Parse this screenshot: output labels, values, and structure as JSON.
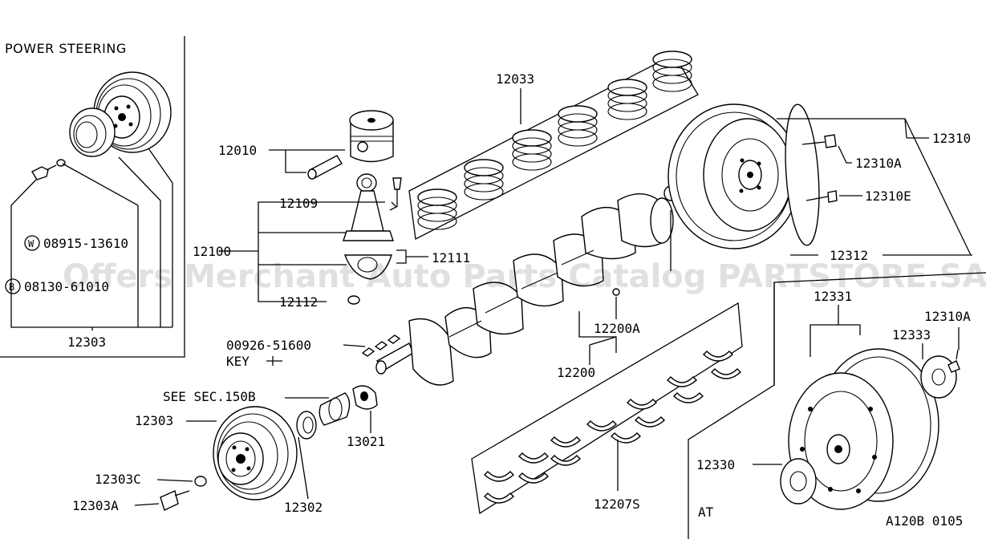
{
  "sections": {
    "power_steering_title": "POWER STEERING",
    "at_label": "AT"
  },
  "watermark": "Offers Merchant Auto Parts Catalog PARTSTORE.SA",
  "figure_code": "A120B 0105",
  "parts": {
    "p12010": "12010",
    "p12033": "12033",
    "p12109": "12109",
    "p12100": "12100",
    "p12111": "12111",
    "p12112": "12112",
    "p12310": "12310",
    "p12310A": "12310A",
    "p12310E": "12310E",
    "p12312": "12312",
    "p12200A": "12200A",
    "p12200": "12200",
    "p12207S": "12207S",
    "p00926": "00926-51600",
    "key": "KEY",
    "see_sec": "SEE SEC.150B",
    "p13021": "13021",
    "p12303_top": "12303",
    "p12303": "12303",
    "p12303C": "12303C",
    "p12303A": "12303A",
    "p12302": "12302",
    "p12331": "12331",
    "p12310A_at": "12310A",
    "p12333": "12333",
    "p12330": "12330",
    "w_bolt": "08915-13610",
    "b_bolt": "08130-61010",
    "w_mark": "W",
    "b_mark": "B"
  }
}
